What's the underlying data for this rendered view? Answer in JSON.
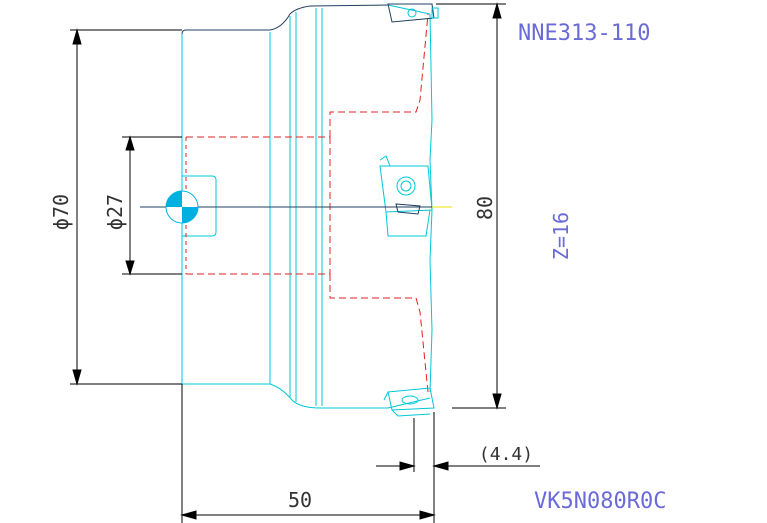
{
  "part_code": "NNE313-110",
  "teeth_count": "Z=16",
  "product_code": "VK5N080R0C",
  "dimensions": {
    "outer_diameter": "ϕ70",
    "bore_diameter": "ϕ27",
    "cutting_diameter": "80",
    "total_length": "50",
    "insert_offset": "(4.4)"
  },
  "colors": {
    "outline": "#00c8d8",
    "body_edge": "#204060",
    "hidden_lines": "#e02020",
    "dimension": "#000000",
    "label": "#6a6ad8",
    "centre_mark": "#00b0e0"
  }
}
